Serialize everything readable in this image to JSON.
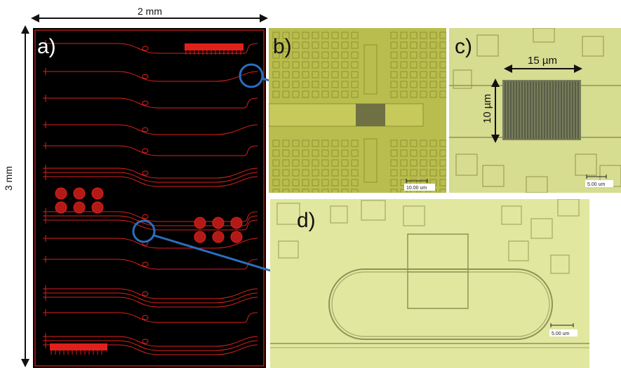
{
  "figure": {
    "width_label": "2 mm",
    "height_label": "3 mm",
    "panels": {
      "a": {
        "label": "a)"
      },
      "b": {
        "label": "b)",
        "scale": "10.00 um"
      },
      "c": {
        "label": "c)",
        "dim_width": "15 µm",
        "dim_height": "10 µm",
        "scale": "5.00 um"
      },
      "d": {
        "label": "d)",
        "scale": "5.00 um"
      }
    },
    "colors": {
      "layout_bg": "#000000",
      "layout_line": "#e0211b",
      "micro_bg": "#c9cf5a",
      "highlight": "#2a6fbf"
    }
  }
}
